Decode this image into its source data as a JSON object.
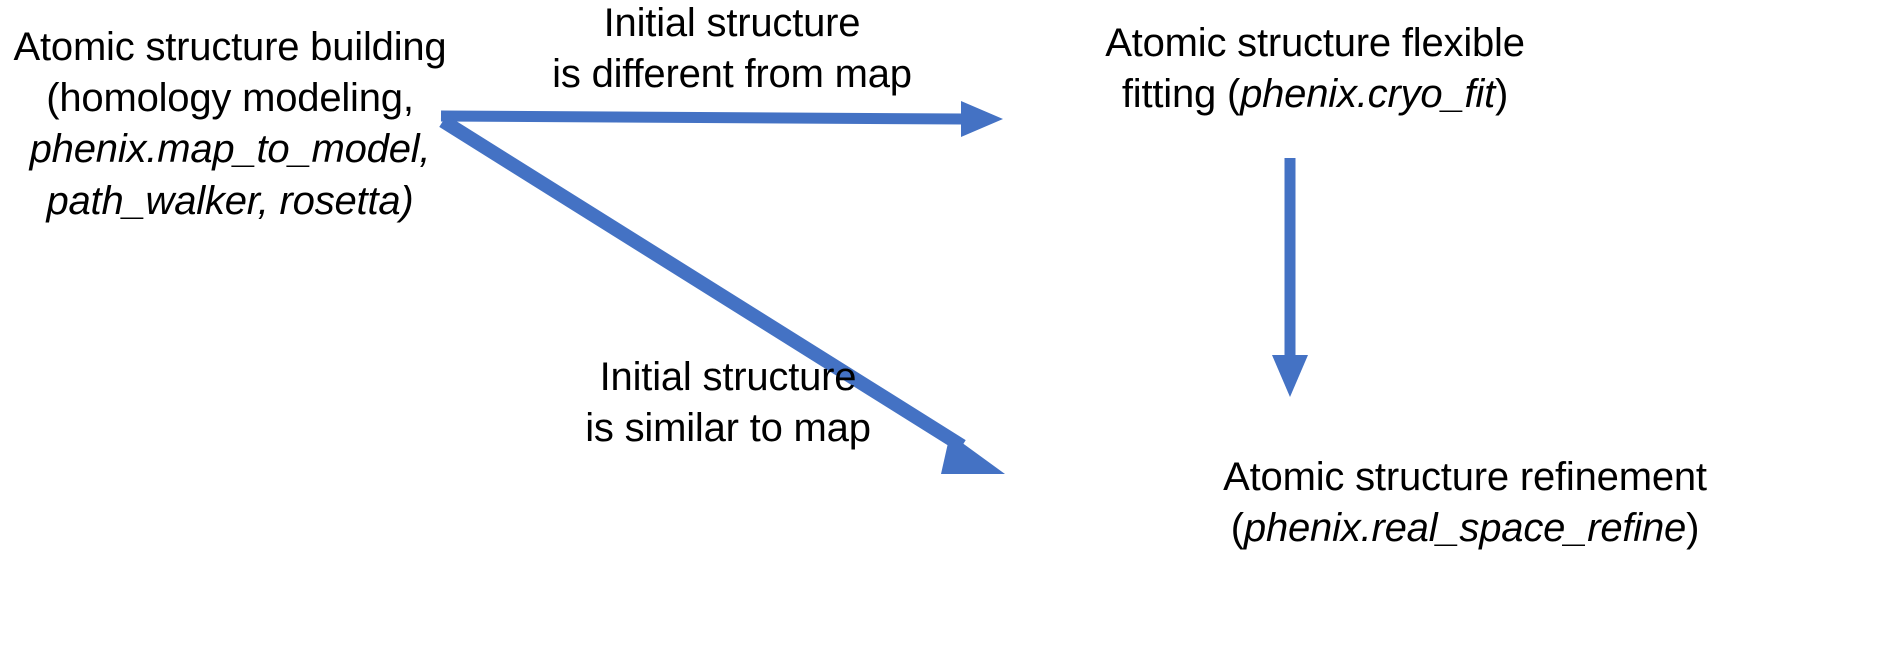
{
  "diagram": {
    "title": "Cryo-EM atomic structure workflow",
    "background_color": "#ffffff",
    "text_color": "#000000",
    "arrow_color": "#4472c4",
    "nodes": {
      "building": {
        "line1": "Atomic structure building",
        "line2": "(homology modeling,",
        "line3": "phenix.map_to_model,",
        "line4": "path_walker, rosetta)"
      },
      "flexible_fitting": {
        "line1": "Atomic structure flexible",
        "line2_plain": "fitting (",
        "line2_italic": "phenix.cryo_fit",
        "line2_tail": ")"
      },
      "refinement": {
        "line1": "Atomic structure refinement",
        "line2_open": "(",
        "line2_italic": "phenix.real_space_refine",
        "line2_tail": ")"
      }
    },
    "edge_labels": {
      "different": {
        "line1": "Initial structure",
        "line2": "is different from map"
      },
      "similar": {
        "line1": "Initial structure",
        "line2": "is similar to map"
      }
    },
    "arrows": [
      {
        "name": "building-to-flexible-fitting",
        "from": "building",
        "to": "flexible_fitting",
        "label": "different"
      },
      {
        "name": "building-to-refinement",
        "from": "building",
        "to": "refinement",
        "label": "similar"
      },
      {
        "name": "flexible-fitting-to-refinement",
        "from": "flexible_fitting",
        "to": "refinement",
        "label": ""
      }
    ]
  }
}
